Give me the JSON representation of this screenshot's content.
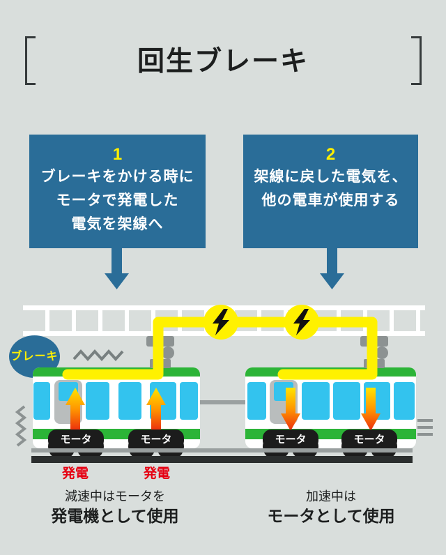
{
  "page": {
    "title": "回生ブレーキ"
  },
  "steps": [
    {
      "number": "1",
      "lines": [
        "ブレーキをかける時に",
        "モータで発電した",
        "電気を架線へ"
      ]
    },
    {
      "number": "2",
      "lines": [
        "架線に戻した電気を、",
        "他の電車が使用する"
      ]
    }
  ],
  "diagram": {
    "brake_badge": "ブレーキ",
    "motor_label": "モータ",
    "generating_label": "発電",
    "icons": {
      "lightning": "⚡"
    }
  },
  "captions": {
    "left": {
      "line1": "減速中はモータを",
      "line2": "発電機として使用"
    },
    "right": {
      "line1": "加速中は",
      "line2": "モータとして使用"
    }
  },
  "colors": {
    "background": "#d9dedc",
    "panel_blue": "#2a6d98",
    "wire_yellow": "#fff100",
    "number_yellow": "#ffef00",
    "train_green": "#2cb437",
    "window_cyan": "#33c3ee",
    "alert_red": "#e60012",
    "track_dark": "#2b2e2e",
    "metal_gray": "#8c9292"
  }
}
